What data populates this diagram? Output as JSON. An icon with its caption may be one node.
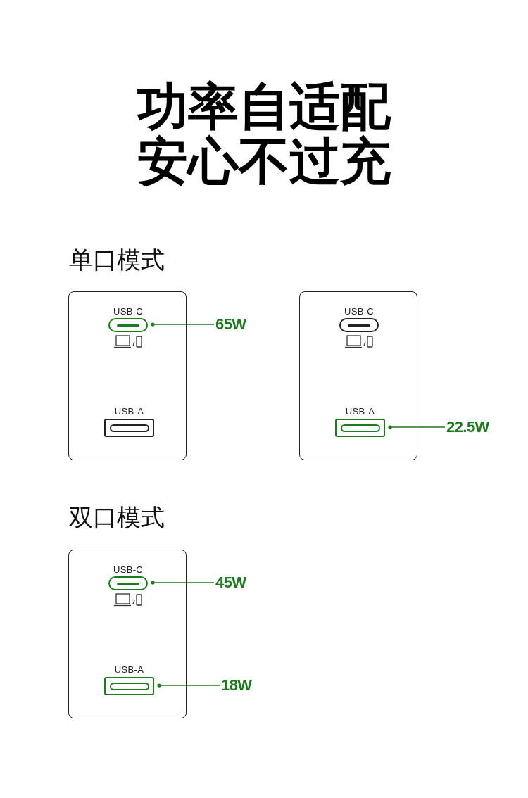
{
  "diagram": {
    "title": "功率自适配安心不过充",
    "nodes": [
      {
        "text": [],
        "shape": "box"
      },
      {
        "text": [
          "USB-C"
        ],
        "in": 0
      },
      {
        "text": [
          "USB-A"
        ],
        "in": 0
      },
      {
        "text": [
          "65W"
        ]
      },
      {
        "text": [],
        "shape": "box"
      },
      {
        "text": [
          "USB-C"
        ],
        "in": 4
      },
      {
        "text": [
          "USB-A"
        ],
        "in": 4
      },
      {
        "text": [
          "22.5W"
        ]
      },
      {
        "text": [],
        "shape": "box"
      },
      {
        "text": [
          "USB-C"
        ],
        "in": 8
      },
      {
        "text": [
          "USB-A"
        ],
        "in": 8
      },
      {
        "text": [
          "45W"
        ]
      },
      {
        "text": [
          "18W"
        ]
      }
    ],
    "edges": [
      {
        "from": 3,
        "to": 1,
        "arrow": "other"
      },
      {
        "from": 7,
        "to": 6,
        "arrow": "other"
      },
      {
        "from": 11,
        "to": 9,
        "arrow": "other"
      },
      {
        "from": 12,
        "to": 10,
        "arrow": "other"
      }
    ],
    "labels": [
      "单口模式",
      "双口模式"
    ]
  }
}
